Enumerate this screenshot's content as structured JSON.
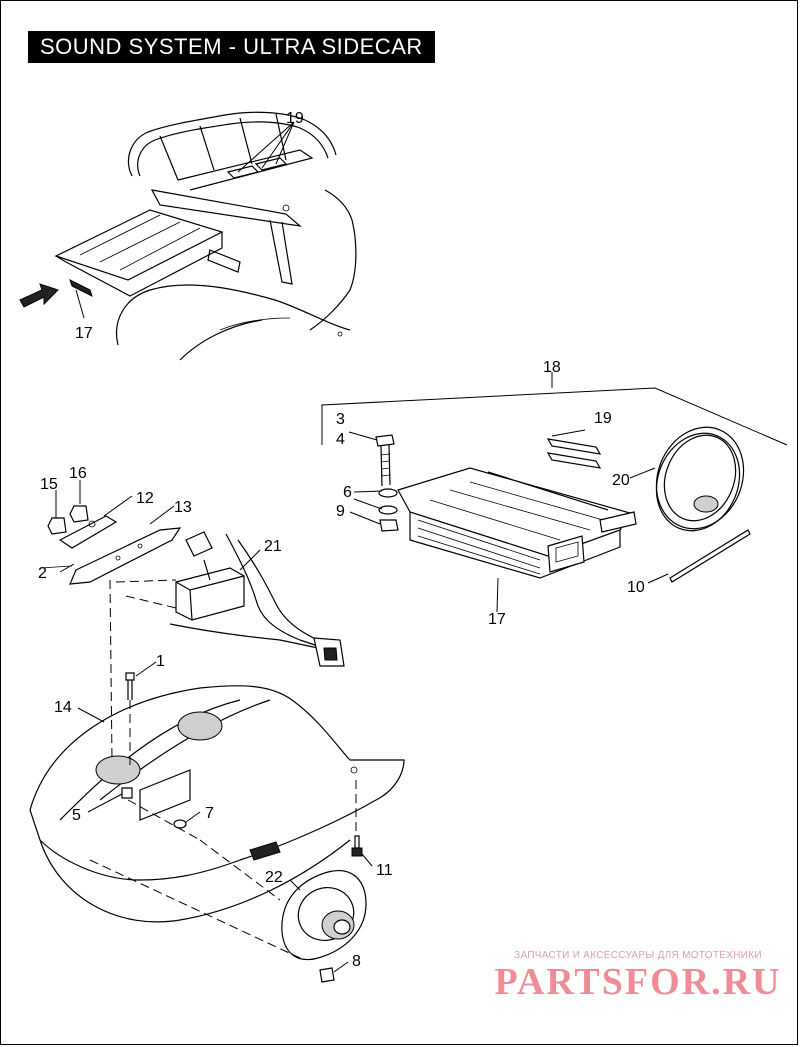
{
  "title": "SOUND SYSTEM - ULTRA SIDECAR",
  "watermark": {
    "tagline": "ЗАПЧАСТИ И АКСЕССУАРЫ ДЛЯ МОТОТЕХНИКИ",
    "brand": "PARTSFOR.RU"
  },
  "callouts": {
    "c1": "1",
    "c2": "2",
    "c3": "3",
    "c4": "4",
    "c5": "5",
    "c6": "6",
    "c7": "7",
    "c8": "8",
    "c9": "9",
    "c10": "10",
    "c11": "11",
    "c12": "12",
    "c13": "13",
    "c14": "14",
    "c15": "15",
    "c16": "16",
    "c17_top": "17",
    "c17": "17",
    "c18": "18",
    "c19_top": "19",
    "c19": "19",
    "c20": "20",
    "c21": "21",
    "c22": "22"
  },
  "colors": {
    "ink": "#000000",
    "background": "#ffffff",
    "watermark": "#f08c98"
  }
}
